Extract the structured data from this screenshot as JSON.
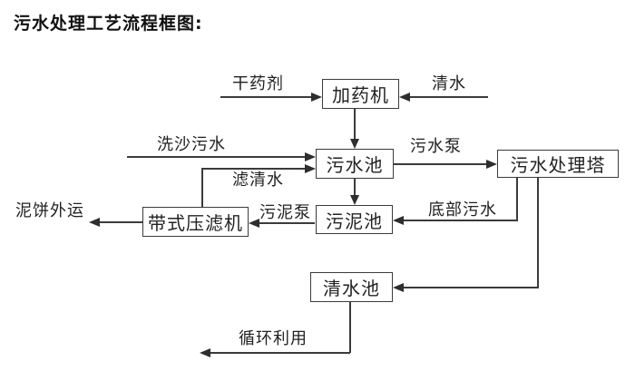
{
  "title": "污水处理工艺流程框图:",
  "nodes": {
    "dosing_machine": "加药机",
    "sewage_pool": "污水池",
    "treatment_tower": "污水处理塔",
    "sludge_pool": "污泥池",
    "belt_filter_press": "带式压滤机",
    "clean_water_pool": "清水池"
  },
  "edge_labels": {
    "dry_chemical": "干药剂",
    "clean_water": "清水",
    "sand_washing_sewage": "洗沙污水",
    "filtered_water": "滤清水",
    "sewage_pump": "污水泵",
    "sludge_pump": "污泥泵",
    "bottom_sewage": "底部污水",
    "mud_cake_out": "泥饼外运",
    "recycle_use": "循环利用"
  },
  "colors": {
    "line": "#3b3b3b",
    "text": "#222222",
    "background": "#ffffff"
  }
}
